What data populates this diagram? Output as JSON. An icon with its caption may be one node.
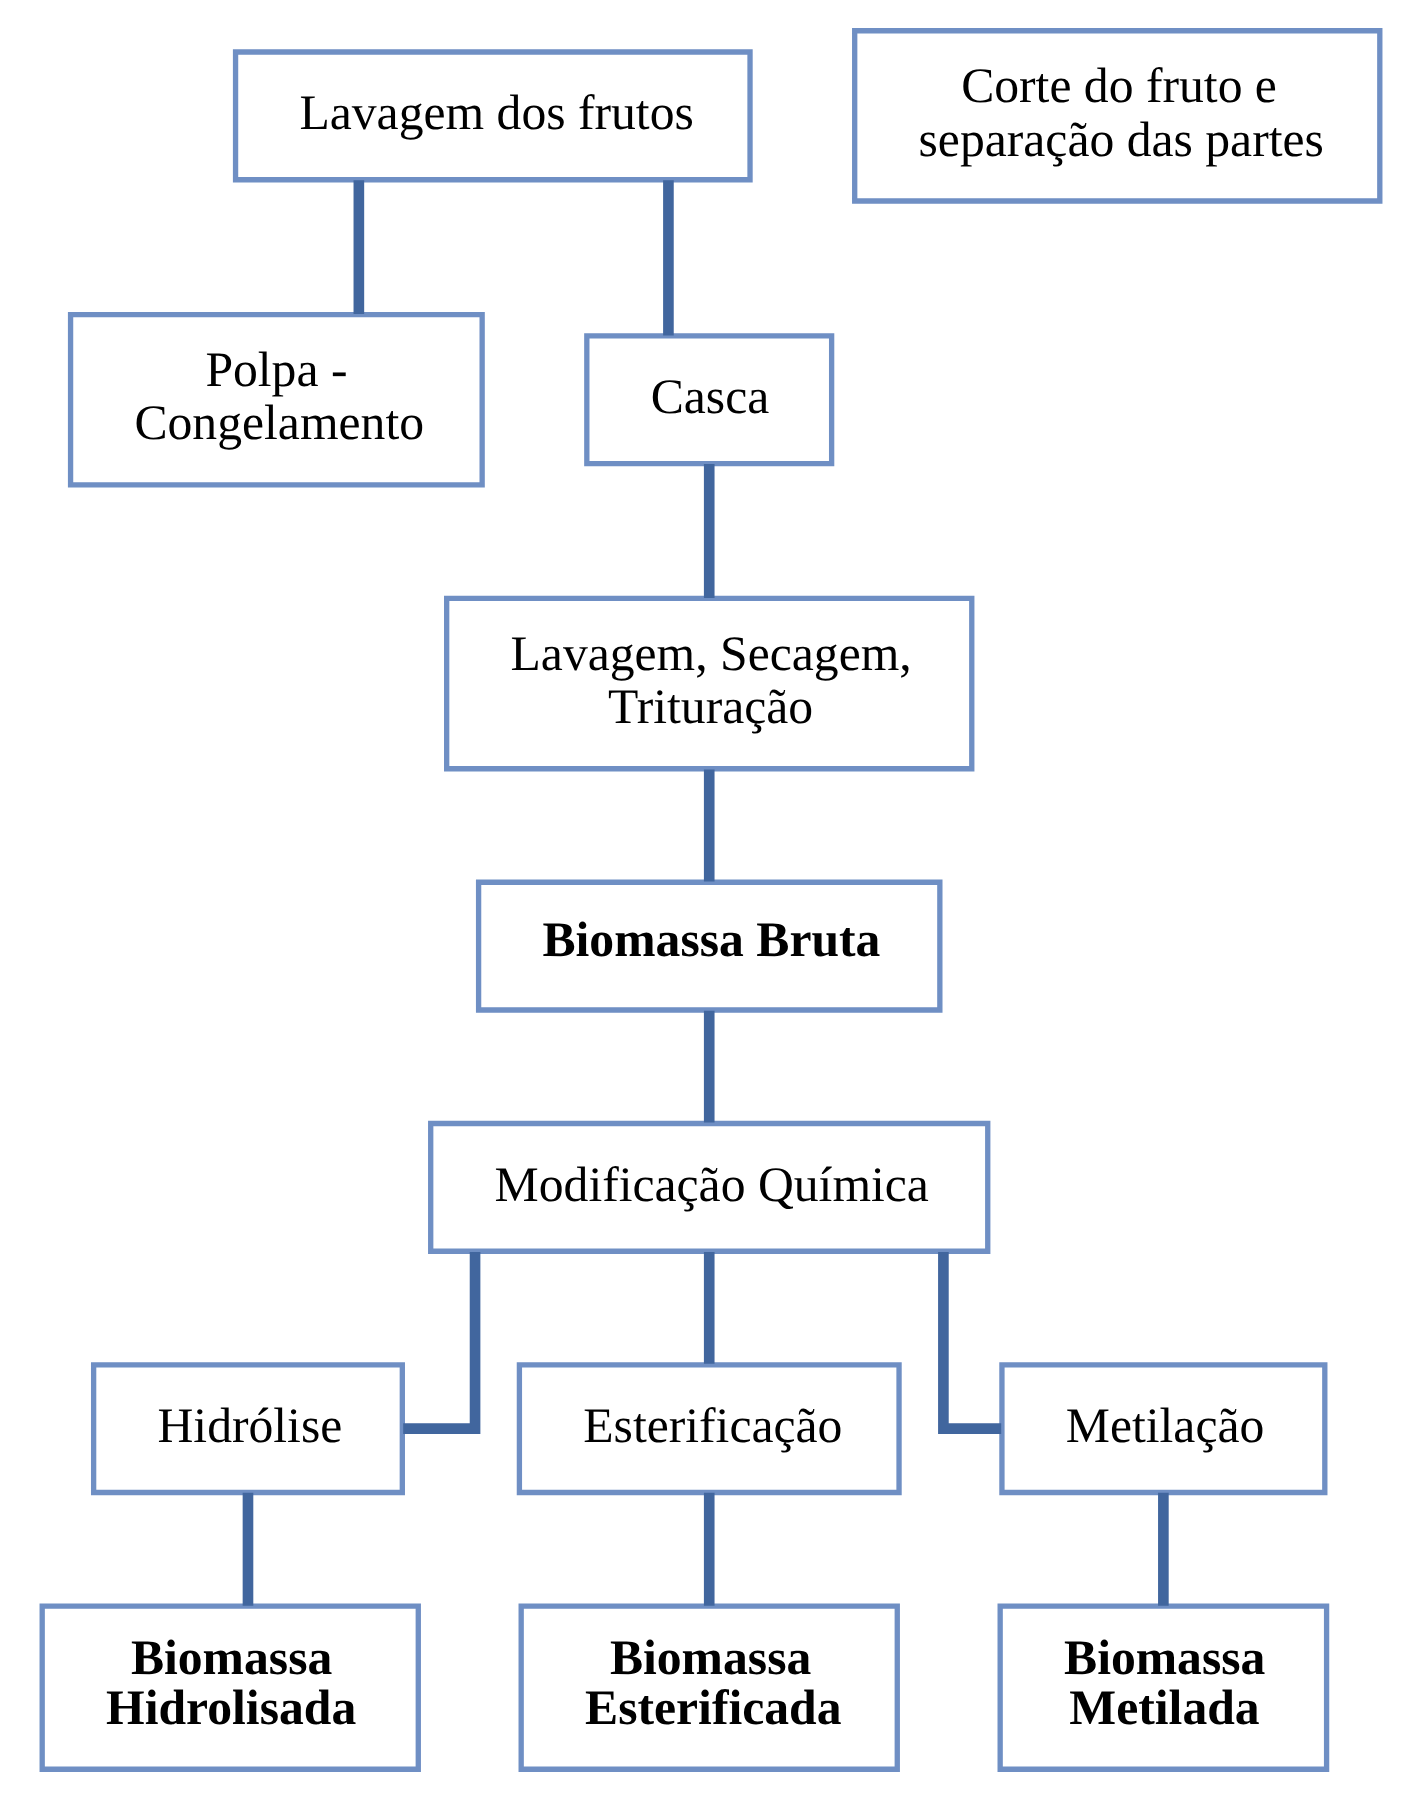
{
  "diagram": {
    "nodes": [
      {
        "text": [
          "Lavagem dos frutos"
        ]
      },
      {
        "text": [
          "Corte do fruto e separação das partes"
        ]
      },
      {
        "text": [
          "Polpa - Congelamento"
        ]
      },
      {
        "text": [
          "Casca"
        ]
      },
      {
        "text": [
          "Lavagem, Secagem, Trituração"
        ]
      },
      {
        "text": [
          "Biomassa Bruta"
        ]
      },
      {
        "text": [
          "Modificação Química"
        ]
      },
      {
        "text": [
          "Hidrólise"
        ]
      },
      {
        "text": [
          "Esterificação"
        ]
      },
      {
        "text": [
          "Metilação"
        ]
      },
      {
        "text": [
          "Biomassa Hidrolisada"
        ]
      },
      {
        "text": [
          "Biomassa Esterificada"
        ]
      },
      {
        "text": [
          "Biomassa Metilada"
        ]
      }
    ],
    "edges": [
      {
        "from": 0,
        "to": 2,
        "arrow": "none"
      },
      {
        "from": 0,
        "to": 3,
        "arrow": "none"
      },
      {
        "from": 3,
        "to": 4,
        "arrow": "none"
      },
      {
        "from": 4,
        "to": 5,
        "arrow": "none"
      },
      {
        "from": 5,
        "to": 6,
        "arrow": "none"
      },
      {
        "from": 6,
        "to": 7,
        "arrow": "none"
      },
      {
        "from": 6,
        "to": 8,
        "arrow": "none"
      },
      {
        "from": 6,
        "to": 9,
        "arrow": "none"
      },
      {
        "from": 7,
        "to": 10,
        "arrow": "none"
      },
      {
        "from": 8,
        "to": 11,
        "arrow": "none"
      },
      {
        "from": 9,
        "to": 12,
        "arrow": "none"
      }
    ]
  }
}
